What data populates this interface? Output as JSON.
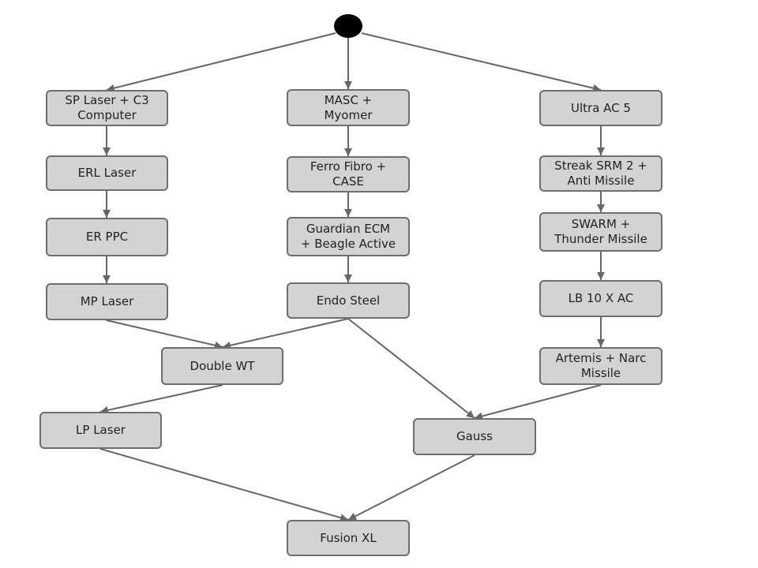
{
  "colors": {
    "node_fill": "#d3d3d3",
    "node_border": "#6e6e6e",
    "edge": "#666666",
    "start": "#000000"
  },
  "nodes": {
    "start": "",
    "sp_laser": "SP Laser + C3\nComputer",
    "erl_laser": "ERL Laser",
    "er_ppc": "ER PPC",
    "mp_laser": "MP Laser",
    "masc": "MASC +\nMyomer",
    "ferro": "Ferro Fibro +\nCASE",
    "guardian": "Guardian ECM\n+ Beagle Active",
    "endo": "Endo Steel",
    "ultra": "Ultra AC 5",
    "streak": "Streak SRM 2 +\nAnti Missile",
    "swarm": "SWARM +\nThunder Missile",
    "lb10x": "LB 10 X AC",
    "artemis": "Artemis + Narc\nMissile",
    "double_wt": "Double WT",
    "lp_laser": "LP Laser",
    "gauss": "Gauss",
    "fusion": "Fusion XL"
  },
  "edges": [
    [
      "start",
      "sp_laser"
    ],
    [
      "start",
      "masc"
    ],
    [
      "start",
      "ultra"
    ],
    [
      "sp_laser",
      "erl_laser"
    ],
    [
      "erl_laser",
      "er_ppc"
    ],
    [
      "er_ppc",
      "mp_laser"
    ],
    [
      "masc",
      "ferro"
    ],
    [
      "ferro",
      "guardian"
    ],
    [
      "guardian",
      "endo"
    ],
    [
      "ultra",
      "streak"
    ],
    [
      "streak",
      "swarm"
    ],
    [
      "swarm",
      "lb10x"
    ],
    [
      "lb10x",
      "artemis"
    ],
    [
      "mp_laser",
      "double_wt"
    ],
    [
      "endo",
      "double_wt"
    ],
    [
      "endo",
      "gauss"
    ],
    [
      "artemis",
      "gauss"
    ],
    [
      "double_wt",
      "lp_laser"
    ],
    [
      "lp_laser",
      "fusion"
    ],
    [
      "gauss",
      "fusion"
    ]
  ]
}
